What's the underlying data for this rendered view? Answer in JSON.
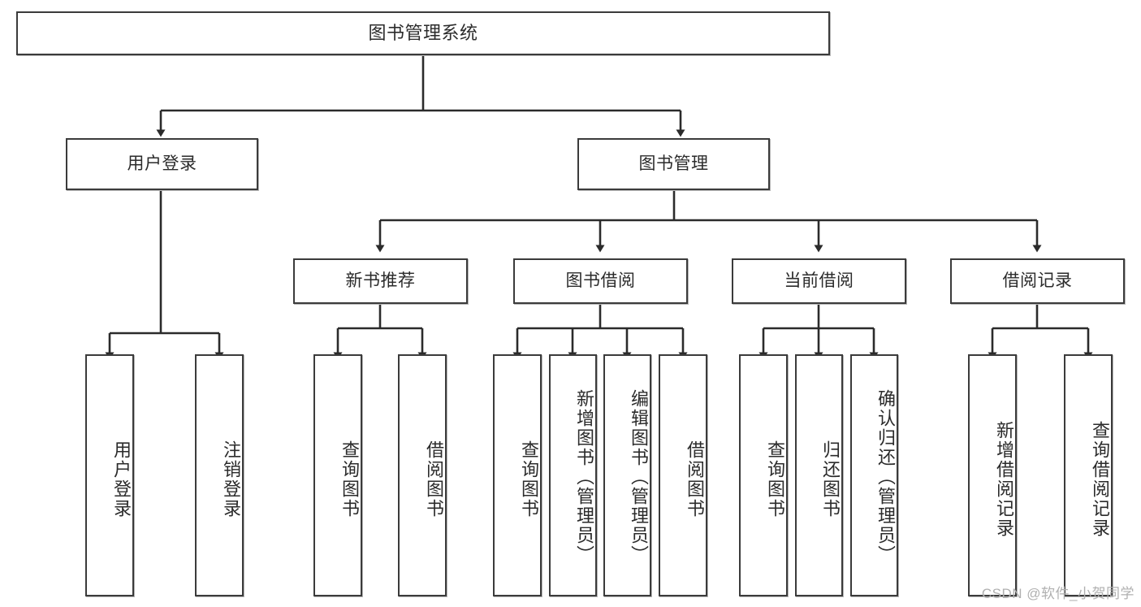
{
  "diagram": {
    "title": "图书管理系统",
    "type": "tree-hierarchy-diagram",
    "colors": {
      "box_border": "#3b3b3b",
      "box_fill": "#ffffff",
      "line": "#2b2b2b",
      "text": "#2b2b2b",
      "watermark": "#b0b0b0",
      "background": "#ffffff"
    },
    "root": {
      "label": "图书管理系统"
    },
    "level2": [
      {
        "label": "用户登录"
      },
      {
        "label": "图书管理"
      }
    ],
    "level3": [
      {
        "label": "新书推荐"
      },
      {
        "label": "图书借阅"
      },
      {
        "label": "当前借阅"
      },
      {
        "label": "借阅记录"
      }
    ],
    "leaves": {
      "user_login": [
        {
          "label": "用户登录"
        },
        {
          "label": "注销登录"
        }
      ],
      "new_book_recommend": [
        {
          "label": "查询图书"
        },
        {
          "label": "借阅图书"
        }
      ],
      "book_borrow": [
        {
          "label": "查询图书"
        },
        {
          "label": "新增图书（管理员）"
        },
        {
          "label": "编辑图书（管理员）"
        },
        {
          "label": "借阅图书"
        }
      ],
      "current_borrow": [
        {
          "label": "查询图书"
        },
        {
          "label": "归还图书"
        },
        {
          "label": "确认归还（管理员）"
        }
      ],
      "borrow_record": [
        {
          "label": "新增借阅记录"
        },
        {
          "label": "查询借阅记录"
        }
      ]
    }
  },
  "watermark": {
    "text": "CSDN @软件_小贺同学"
  }
}
